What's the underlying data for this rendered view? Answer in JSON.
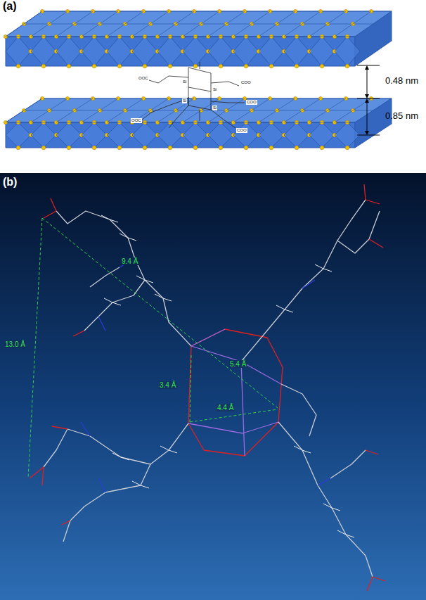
{
  "diagram": {
    "labels": [
      "(a)",
      "0.48 nm",
      "0.85 nm",
      "(b)",
      "9.4 Å",
      "13.0 Å",
      "3.4 Å",
      "5.4 Å",
      "4.4 Å",
      "OOC",
      "COO",
      "OOC",
      "COO",
      "COO",
      "Si",
      "Si",
      "Si",
      "Si"
    ]
  }
}
